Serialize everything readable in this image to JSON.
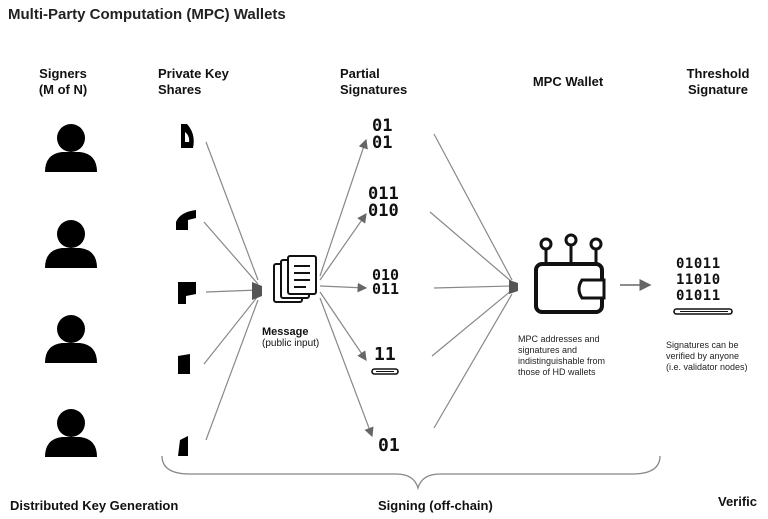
{
  "title": "Multi-Party Computation (MPC) Wallets",
  "headers": {
    "signers": "Signers",
    "signers_sub": "(M of N)",
    "private_key": "Private Key",
    "private_key_sub": "Shares",
    "partial": "Partial",
    "partial_sub": "Signatures",
    "mpc_wallet": "MPC Wallet",
    "threshold": "Threshold",
    "threshold_sub": "Signature"
  },
  "message": {
    "title": "Message",
    "subtitle": "(public input)"
  },
  "partial_signatures": [
    {
      "top": "01",
      "bottom": "01"
    },
    {
      "top": "011",
      "bottom": "010"
    },
    {
      "top": "010",
      "bottom": "011"
    },
    {
      "top": "11",
      "bottom": ""
    },
    {
      "top": "",
      "bottom": "01"
    }
  ],
  "mpc_note": [
    "MPC addresses and",
    "signatures and",
    "indistinguishable from",
    "those of HD wallets"
  ],
  "threshold_bits": [
    "01011",
    "11010",
    "01011"
  ],
  "threshold_note": [
    "Signatures can be",
    "verified by anyone",
    "(i.e. validator nodes)"
  ],
  "footer": {
    "dkg": "Distributed Key Generation",
    "signing": "Signing (off-chain)",
    "verification": "Verific"
  },
  "icons": {
    "signer": "person-icon",
    "key_share": "key-share-fragment-icon",
    "message": "document-stack-icon",
    "wallet": "wallet-circuit-icon",
    "pen": "pen-icon"
  }
}
